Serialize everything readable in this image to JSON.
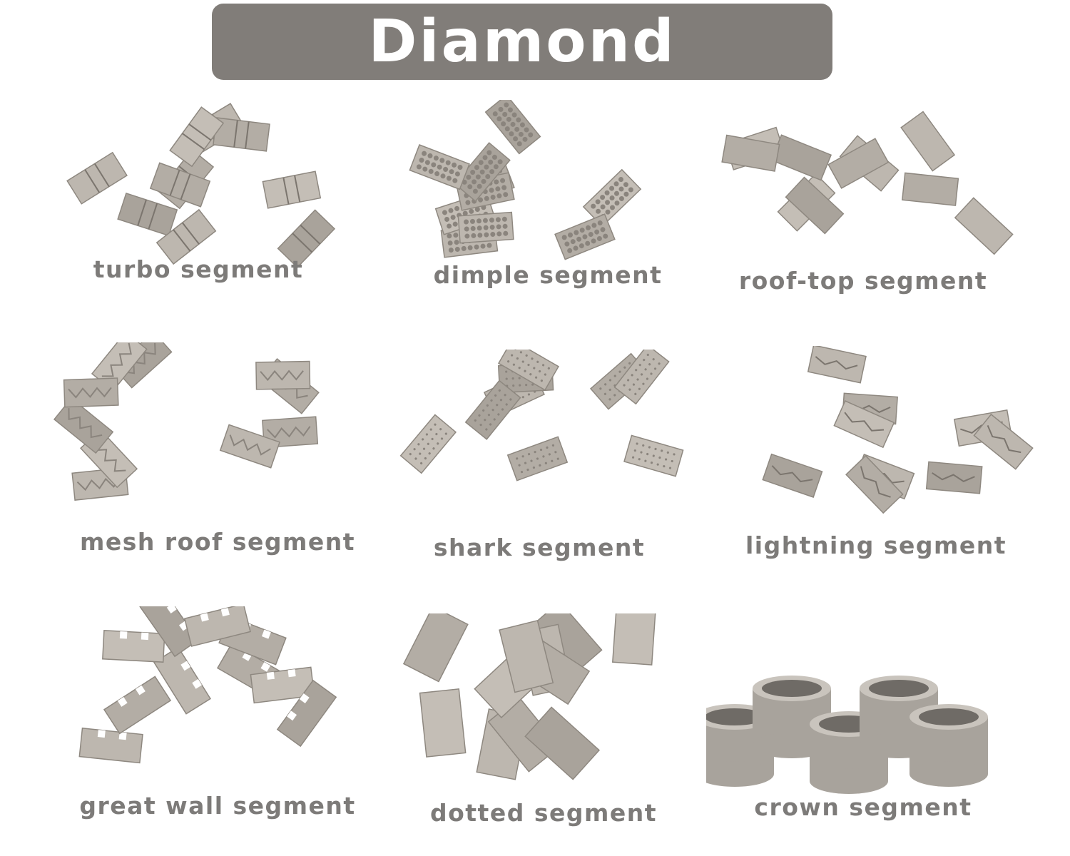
{
  "title": "Diamond Segment",
  "colors": {
    "title_bg": "#817d79",
    "title_text": "#ffffff",
    "label_text": "#7d7b79",
    "segment_metal": "#b9b3ab"
  },
  "products": [
    {
      "label": "turbo segment",
      "icon": "turbo-segment-photo"
    },
    {
      "label": "dimple segment",
      "icon": "dimple-segment-photo"
    },
    {
      "label": "roof-top segment",
      "icon": "roof-top-segment-photo"
    },
    {
      "label": "mesh roof segment",
      "icon": "mesh-roof-segment-photo"
    },
    {
      "label": "shark segment",
      "icon": "shark-segment-photo"
    },
    {
      "label": "lightning segment",
      "icon": "lightning-segment-photo"
    },
    {
      "label": "great wall segment",
      "icon": "great-wall-segment-photo"
    },
    {
      "label": "dotted segment",
      "icon": "dotted-segment-photo"
    },
    {
      "label": "crown segment",
      "icon": "crown-segment-photo"
    }
  ]
}
